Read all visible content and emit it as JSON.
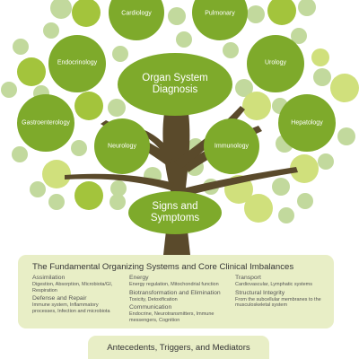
{
  "tree": {
    "center_label": [
      "Organ System",
      "Diagnosis"
    ],
    "root_label": [
      "Signs and",
      "Symptoms"
    ],
    "organ_labels": {
      "cardiology": "Cardiology",
      "pulmonary": "Pulmonary",
      "endocrinology": "Endocrinology",
      "urology": "Urology",
      "gastroenterology": "Gastroenterology",
      "neurology": "Neurology",
      "immunology": "Immunology",
      "hepatology": "Hepatology"
    }
  },
  "panel": {
    "title": "The Fundamental Organizing Systems and Core Clinical Imbalances",
    "columns": [
      [
        {
          "heading": "Assimilation",
          "detail": "Digestion, Absorption, Microbiota/GI, Respiration"
        },
        {
          "heading": "Defense and Repair",
          "detail": "Immune system, Inflammatory processes, Infection and microbiota"
        }
      ],
      [
        {
          "heading": "Energy",
          "detail": "Energy regulation, Mitochondrial function"
        },
        {
          "heading": "Biotransformation and Elimination",
          "detail": "Toxicity, Detoxification"
        },
        {
          "heading": "Communication",
          "detail": "Endocrine, Neurotransmitters, Immune messengers, Cognition"
        }
      ],
      [
        {
          "heading": "Transport",
          "detail": "Cardiovascular, Lymphatic systems"
        },
        {
          "heading": "Structural Integrity",
          "detail": "From the subcellular membranes to the musculoskeletal system"
        }
      ]
    ]
  },
  "footer": {
    "label": "Antecedents, Triggers, and Mediators"
  },
  "colors": {
    "dark_green": "#7eaa2b",
    "mid_green": "#a3c43c",
    "light_green": "#d0e07c",
    "pale_green": "#c2d99d",
    "trunk_brown": "#5a4a2b",
    "panel_bg": "#e8eec6"
  }
}
